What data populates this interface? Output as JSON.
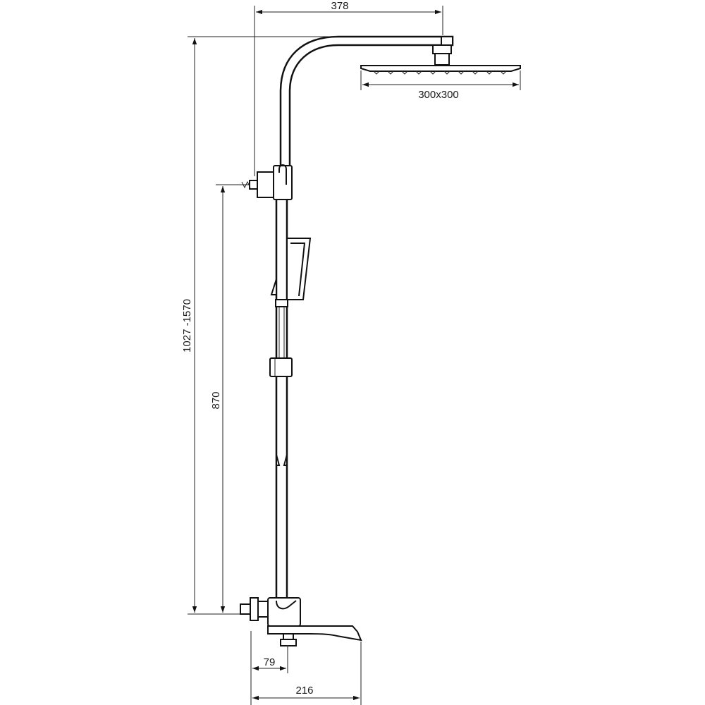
{
  "dimensions": {
    "arm_reach": "378",
    "head_size": "300x300",
    "total_height": "1027 -1570",
    "outlet_height": "870",
    "spout_offset": "79",
    "spout_reach": "216"
  },
  "colors": {
    "line": "#111111",
    "background": "#ffffff"
  }
}
